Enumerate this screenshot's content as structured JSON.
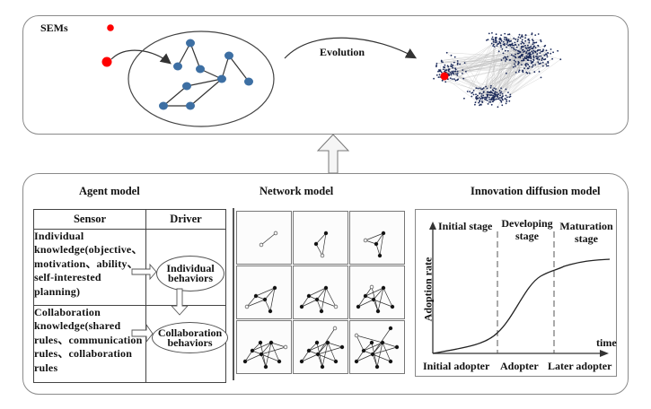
{
  "top_panel": {
    "label": "SEMs",
    "evolution_label": "Evolution"
  },
  "agent_model": {
    "title": "Agent model",
    "table": {
      "headers": [
        "Sensor",
        "Driver"
      ],
      "rows": [
        {
          "sensor": "Individual knowledge(objective、motivation、ability、self-interested planning)",
          "sensor_lines": [
            "Individual",
            "knowledge(objective、",
            "motivation、ability、",
            "self-interested",
            "planning)"
          ],
          "driver": "Individual behaviors",
          "driver_lines": [
            "Individual",
            "behaviors"
          ]
        },
        {
          "sensor": "Collaboration knowledge(shared rules、communication rules、collaboration rules",
          "sensor_lines": [
            "Collaboration",
            "knowledge(shared",
            "rules、communication",
            "rules、collaboration",
            "rules"
          ],
          "driver": "Collaboration behaviors",
          "driver_lines": [
            "Collaboration",
            "behaviors"
          ]
        }
      ]
    }
  },
  "network_model": {
    "title": "Network model",
    "grid": "3x3",
    "stages": 9
  },
  "innovation_model": {
    "title": "Innovation diffusion model",
    "y_axis_label": "Adoption rate",
    "x_axis_label": "time",
    "stages": [
      {
        "lines": [
          "Initial stage"
        ]
      },
      {
        "lines": [
          "Developing",
          "stage"
        ]
      },
      {
        "lines": [
          "Maturation",
          "stage"
        ]
      }
    ],
    "adopters": [
      "Initial adopter",
      "Adopter",
      "Later adopter"
    ]
  },
  "colors": {
    "node_blue": "#3d6fa3",
    "node_red": "#ff0000",
    "dense_node": "#1b2a5a",
    "border": "#8a8a8a"
  }
}
